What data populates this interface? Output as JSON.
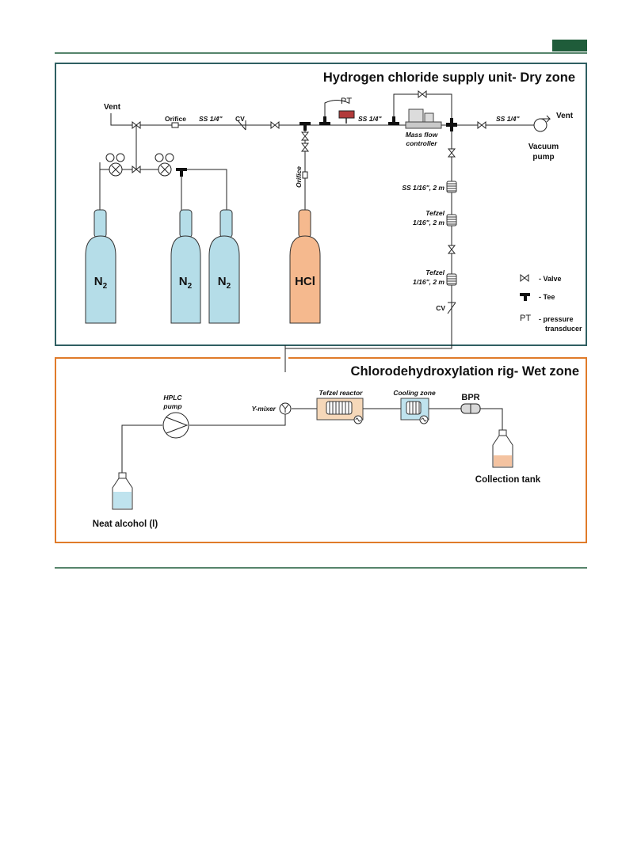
{
  "colors": {
    "header_green": "#1f5c3a",
    "dry_border": "#2f5f62",
    "wet_border": "#e07b2a",
    "n2_fill": "#b5dde8",
    "hcl_fill": "#f5b98e",
    "line": "#222222",
    "reactor_fill": "#f6d8b9",
    "cooling_fill": "#bfe3ee",
    "tank_liquid": "#f4c3a1",
    "alcohol_liquid": "#bfe3ee"
  },
  "dry_zone": {
    "title": "Hydrogen chloride supply unit- Dry zone",
    "labels": {
      "vent_left": "Vent",
      "orifice_top": "Orifice",
      "ss_quarter_1": "SS 1/4\"",
      "cv_top": "CV",
      "pt": "PT",
      "ss_quarter_2": "SS 1/4\"",
      "mfc_line1": "Mass flow",
      "mfc_line2": "controller",
      "ss_quarter_3": "SS 1/4\"",
      "vent_right": "Vent",
      "vacuum_line1": "Vacuum",
      "vacuum_line2": "pump",
      "orifice_vertical": "Orifice",
      "coil1": "SS 1/16\", 2 m",
      "coil2_line1": "Tefzel",
      "coil2_line2": "1/16\", 2 m",
      "coil3_line1": "Tefzel",
      "coil3_line2": "1/16\", 2 m",
      "cv_bottom": "CV"
    },
    "cylinders": [
      {
        "label": "N",
        "sub": "2"
      },
      {
        "label": "N",
        "sub": "2"
      },
      {
        "label": "N",
        "sub": "2"
      },
      {
        "label": "HCl",
        "sub": ""
      }
    ],
    "legend": {
      "valve": "- Valve",
      "tee": "- Tee",
      "pt_key": "PT",
      "pt_line1": "- pressure",
      "pt_line2": "transducer"
    }
  },
  "wet_zone": {
    "title": "Chlorodehydroxylation rig- Wet zone",
    "labels": {
      "hplc_line1": "HPLC",
      "hplc_line2": "pump",
      "ymixer": "Y-mixer",
      "reactor": "Tefzel reactor",
      "cooling": "Cooling zone",
      "bpr": "BPR",
      "collection": "Collection tank",
      "neat_alcohol": "Neat alcohol (l)"
    }
  }
}
